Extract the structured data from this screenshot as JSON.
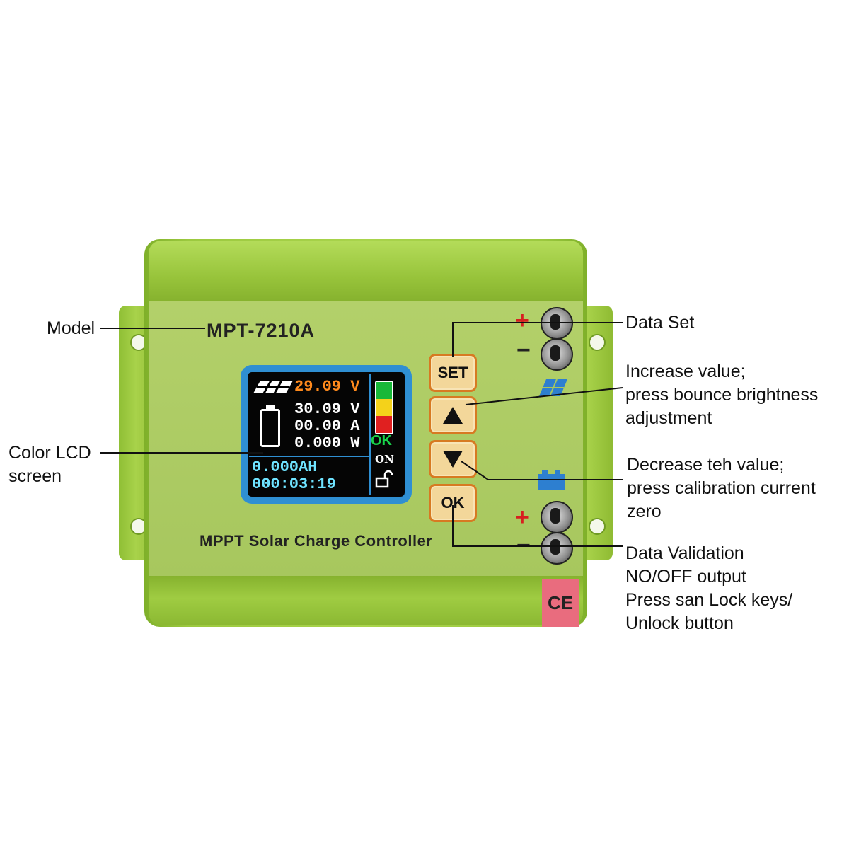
{
  "device": {
    "model": "MPT-7210A",
    "product_name": "MPPT Solar Charge Controller",
    "ce_mark": "CE",
    "colors": {
      "body": "#a7c75e",
      "lcd_bezel": "#2f8fd2",
      "button_border": "#d77a22",
      "button_fill": "#f3d79a"
    },
    "lcd": {
      "input_voltage": "29.09 V",
      "output_voltage": "30.09 V",
      "output_current": "00.00 A",
      "output_power": "0.000 W",
      "capacity": "0.000AH",
      "time": "000:03:19",
      "status": "OK",
      "output_state": "ON",
      "icons": [
        "solar-panel-icon",
        "battery-icon",
        "level-bar-icon",
        "unlock-icon"
      ]
    },
    "buttons": {
      "set": "SET",
      "up": "up-arrow-icon",
      "down": "down-arrow-icon",
      "ok": "OK"
    },
    "terminals": {
      "plus": "+",
      "minus": "−"
    }
  },
  "callouts": {
    "model": "Model",
    "lcd": [
      "Color LCD",
      "screen"
    ],
    "data_set": "Data Set",
    "increase": [
      "Increase value;",
      "press bounce brightness",
      "adjustment"
    ],
    "decrease": [
      "Decrease teh value;",
      "press calibration current",
      "zero"
    ],
    "validation": [
      "Data Validation",
      "NO/OFF output",
      "Press san Lock keys/",
      "Unlock button"
    ]
  }
}
